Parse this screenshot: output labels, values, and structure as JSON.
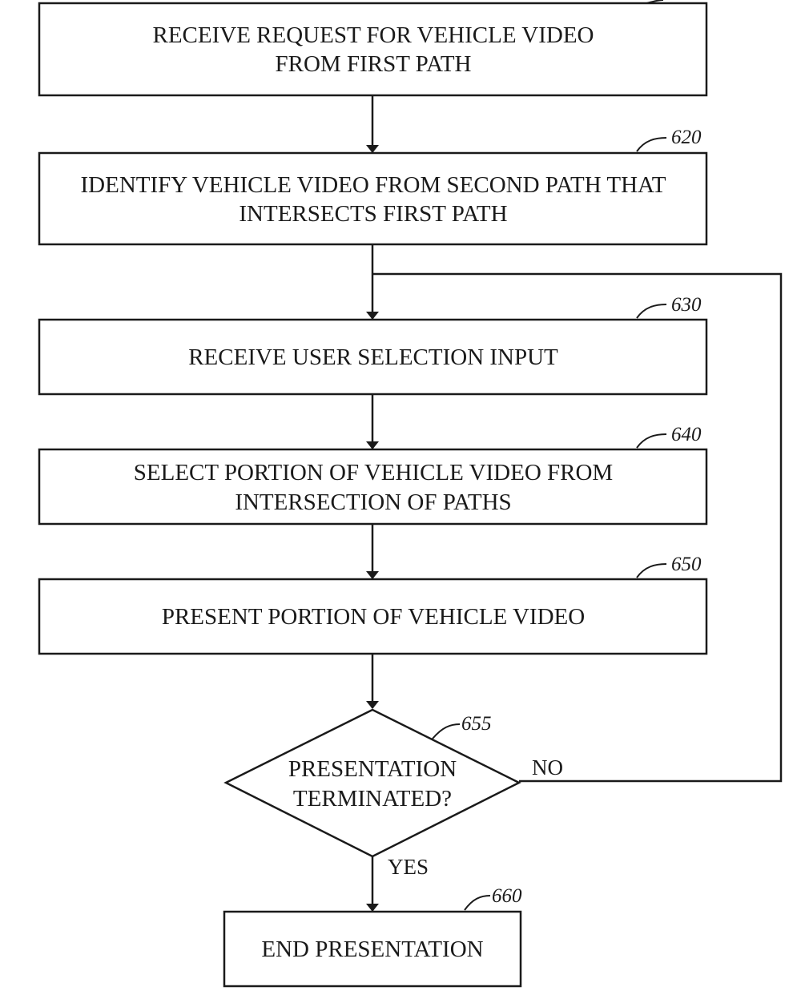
{
  "steps": {
    "receive_request": {
      "line1": "RECEIVE REQUEST FOR VEHICLE VIDEO",
      "line2": "FROM FIRST PATH"
    },
    "identify_video": {
      "ref": "620",
      "line1": "IDENTIFY VEHICLE VIDEO FROM SECOND PATH THAT",
      "line2": "INTERSECTS FIRST PATH"
    },
    "receive_selection": {
      "ref": "630",
      "line1": "RECEIVE USER SELECTION INPUT"
    },
    "select_portion": {
      "ref": "640",
      "line1": "SELECT PORTION OF VEHICLE VIDEO FROM",
      "line2": "INTERSECTION OF PATHS"
    },
    "present_portion": {
      "ref": "650",
      "line1": "PRESENT PORTION OF VEHICLE VIDEO"
    },
    "decision": {
      "ref": "655",
      "line1": "PRESENTATION",
      "line2": "TERMINATED?",
      "no_label": "NO",
      "yes_label": "YES"
    },
    "end_presentation": {
      "ref": "660",
      "line1": "END PRESENTATION"
    }
  }
}
